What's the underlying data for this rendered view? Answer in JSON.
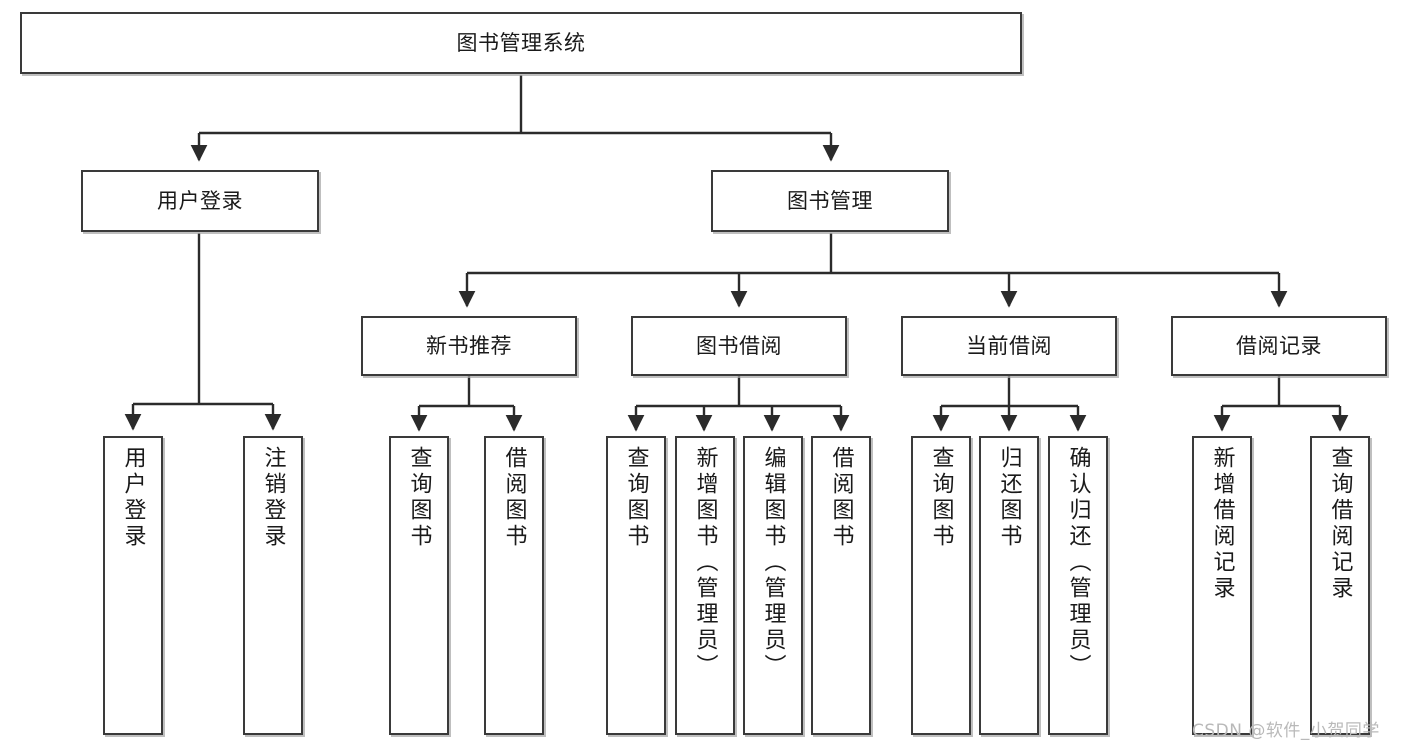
{
  "diagram": {
    "title": "图书管理系统",
    "type": "tree-hierarchy",
    "root": {
      "label": "图书管理系统"
    },
    "level2": [
      {
        "label": "用户登录"
      },
      {
        "label": "图书管理"
      }
    ],
    "level3": [
      {
        "label": "新书推荐"
      },
      {
        "label": "图书借阅"
      },
      {
        "label": "当前借阅"
      },
      {
        "label": "借阅记录"
      }
    ],
    "leaves": {
      "user_login": [
        {
          "label": "用户登录"
        },
        {
          "label": "注销登录"
        }
      ],
      "new_book_recommend": [
        {
          "label": "查询图书"
        },
        {
          "label": "借阅图书"
        }
      ],
      "book_borrow": [
        {
          "label": "查询图书"
        },
        {
          "label": "新增图书（管理员）"
        },
        {
          "label": "编辑图书（管理员）"
        },
        {
          "label": "借阅图书"
        }
      ],
      "current_borrow": [
        {
          "label": "查询图书"
        },
        {
          "label": "归还图书"
        },
        {
          "label": "确认归还（管理员）"
        }
      ],
      "borrow_record": [
        {
          "label": "新增借阅记录"
        },
        {
          "label": "查询借阅记录"
        }
      ]
    }
  },
  "watermark": {
    "text": "CSDN @软件_小贺同学"
  },
  "colors": {
    "border": "#3a3a3a",
    "background": "#ffffff",
    "text": "#1a1a1a",
    "edge": "#2b2b2b",
    "watermark": "#b9b9b9",
    "shadow": "#aaaaaa"
  }
}
